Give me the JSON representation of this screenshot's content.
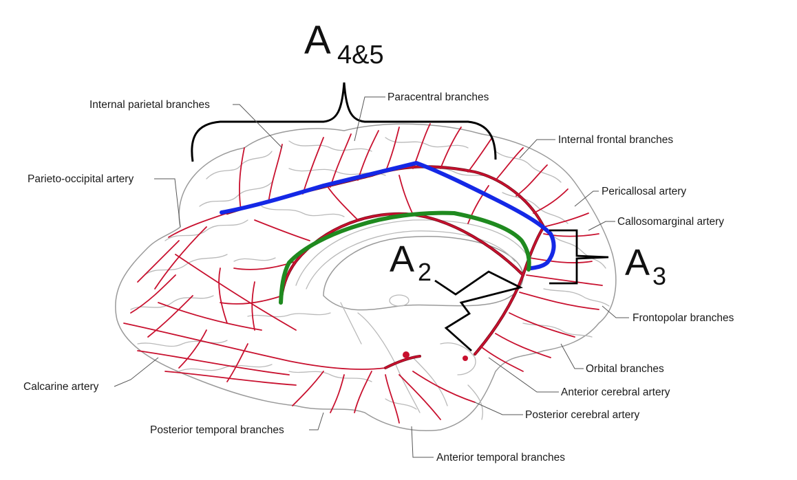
{
  "segment_labels": {
    "a45": {
      "letter": "A",
      "sub": "4&5"
    },
    "a2": {
      "letter": "A",
      "sub": "2"
    },
    "a3": {
      "letter": "A",
      "sub": "3"
    }
  },
  "labels": {
    "internal_parietal": "Internal parietal branches",
    "paracentral": "Paracentral branches",
    "internal_frontal": "Internal frontal branches",
    "parieto_occipital": "Parieto-occipital artery",
    "pericallosal": "Pericallosal artery",
    "callosomarginal": "Callosomarginal artery",
    "frontopolar": "Frontopolar branches",
    "orbital": "Orbital branches",
    "anterior_cerebral": "Anterior cerebral artery",
    "posterior_cerebral": "Posterior cerebral artery",
    "calcarine": "Calcarine artery",
    "posterior_temporal": "Posterior temporal branches",
    "anterior_temporal": "Anterior temporal branches"
  },
  "colors": {
    "artery": "#c8102e",
    "overlay_blue": "#1428e6",
    "overlay_green": "#1f8a1f",
    "bracket": "#000000"
  }
}
